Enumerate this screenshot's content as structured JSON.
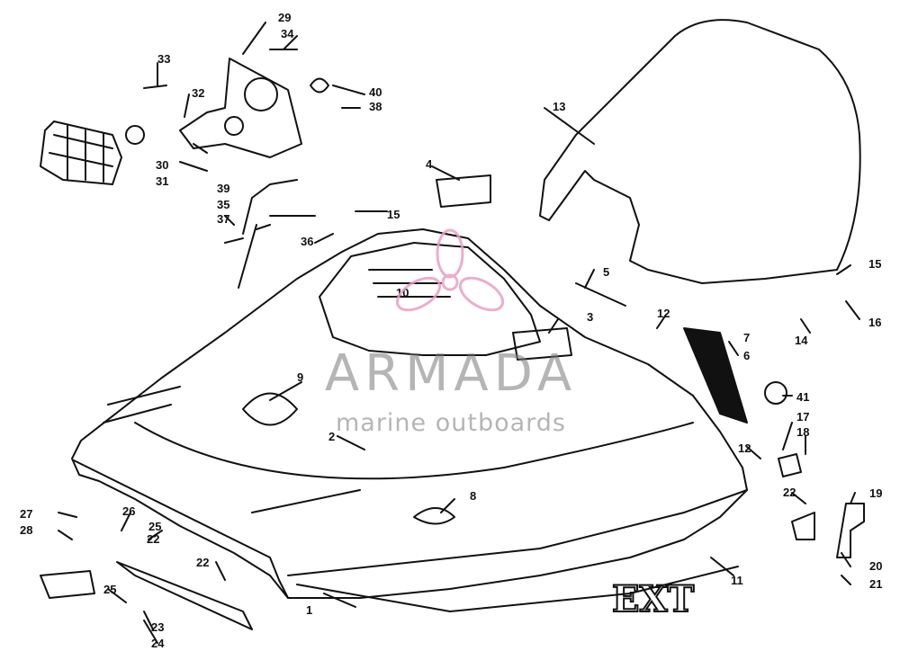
{
  "watermark": {
    "brand": "ARMADA",
    "tagline": "marine outboards",
    "logo_color": "#e8a0c4",
    "text_color": "#8a8a8a"
  },
  "diagram": {
    "line_color": "#111111",
    "part_numbers": [
      "1",
      "2",
      "3",
      "4",
      "5",
      "6",
      "7",
      "8",
      "9",
      "10",
      "11",
      "12",
      "12",
      "13",
      "14",
      "15",
      "15",
      "16",
      "17",
      "18",
      "19",
      "20",
      "21",
      "22",
      "22",
      "22",
      "23",
      "24",
      "25",
      "25",
      "26",
      "27",
      "28",
      "29",
      "30",
      "31",
      "32",
      "33",
      "34",
      "35",
      "36",
      "37",
      "38",
      "39",
      "40",
      "41"
    ],
    "decal_text": "EXT"
  }
}
